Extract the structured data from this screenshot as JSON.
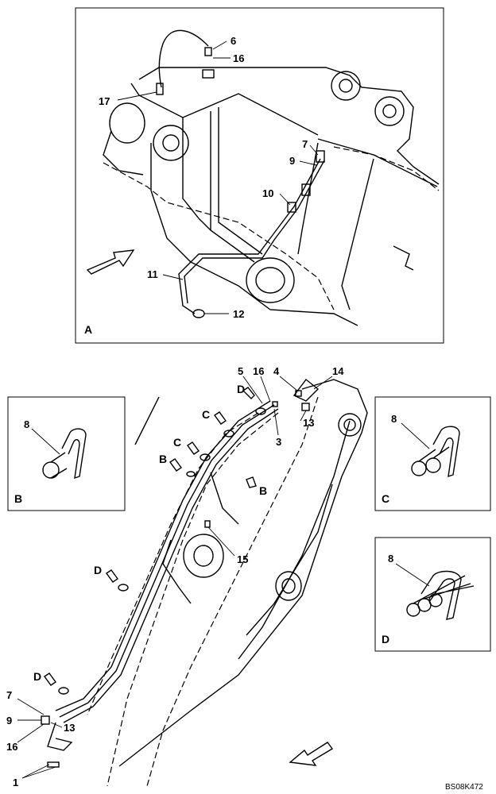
{
  "views": {
    "A": {
      "label": "A"
    },
    "B": {
      "label": "B"
    },
    "C": {
      "label": "C"
    },
    "D": {
      "label": "D"
    }
  },
  "callouts": {
    "a_6": "6",
    "a_16": "16",
    "a_17": "17",
    "a_7": "7",
    "a_9": "9",
    "a_10": "10",
    "a_11": "11",
    "a_12": "12",
    "m_5": "5",
    "m_16": "16",
    "m_4": "4",
    "m_14": "14",
    "m_13": "13",
    "m_3": "3",
    "m_15": "15",
    "m_7": "7",
    "m_9": "9",
    "m_13b": "13",
    "m_16b": "16",
    "m_1": "1",
    "b_8": "8",
    "c_8": "8",
    "d_8": "8"
  },
  "arrow_labels": {
    "d1": "D",
    "c1": "C",
    "c2": "C",
    "b1": "B",
    "b2": "B",
    "d2": "D",
    "d3": "D"
  },
  "drawing_code": "BS08K472"
}
